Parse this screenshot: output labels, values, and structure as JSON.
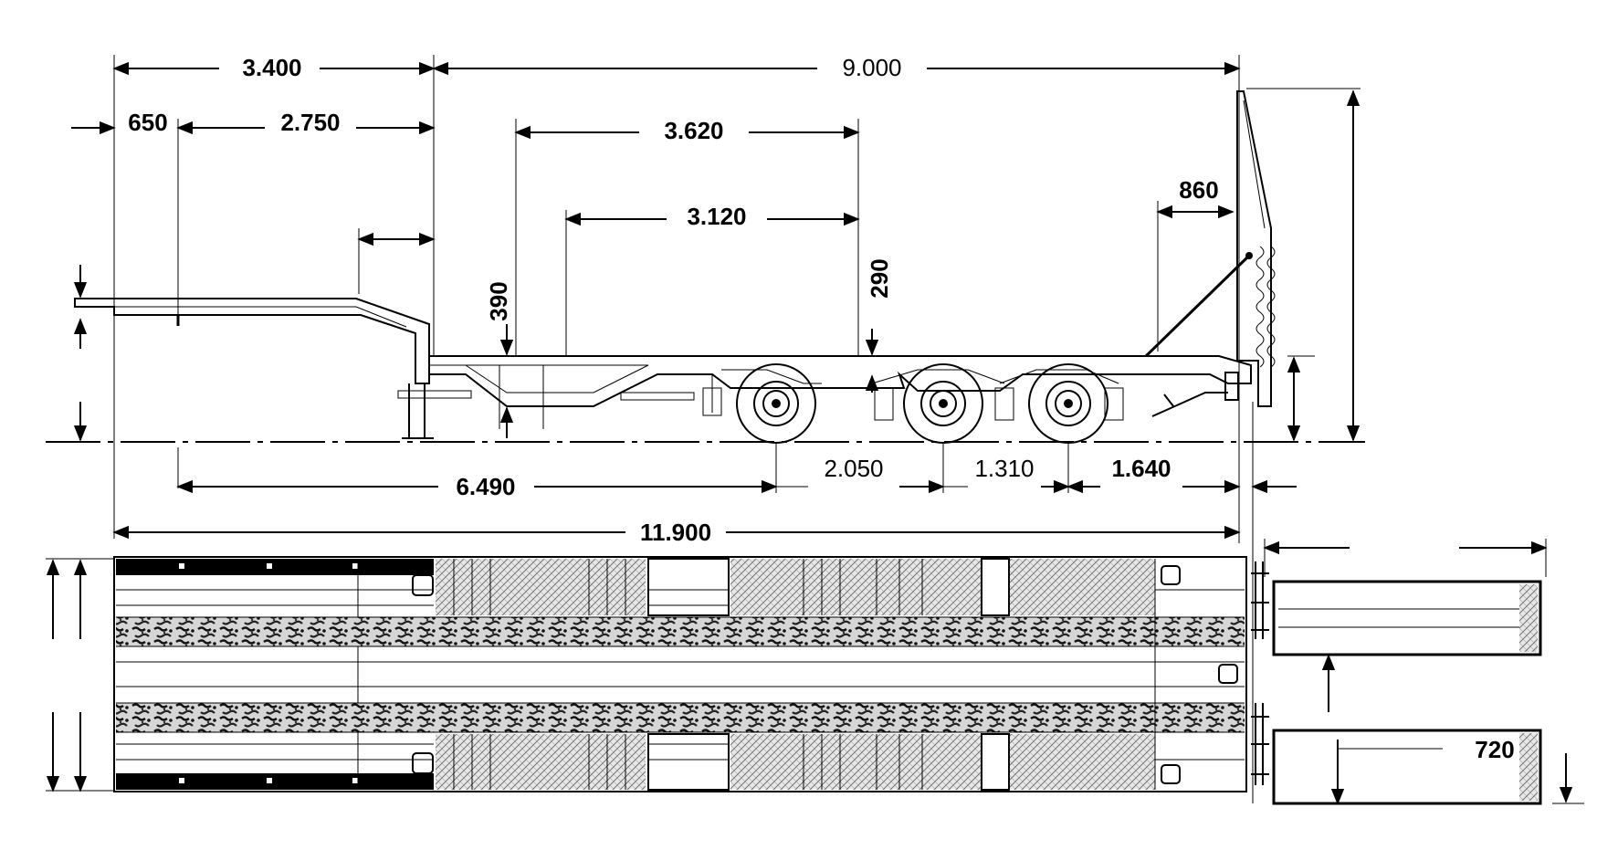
{
  "drawing": {
    "dimensions": {
      "d_3400": "3.400",
      "d_9000": "9.000",
      "d_650": "650",
      "d_2750": "2.750",
      "d_3620": "3.620",
      "d_3120": "3.120",
      "d_860": "860",
      "d_390": "390",
      "d_290": "290",
      "d_6490": "6.490",
      "d_2050": "2.050",
      "d_1310": "1.310",
      "d_1640": "1.640",
      "d_11900": "11.900",
      "d_720": "720"
    },
    "colors": {
      "line": "#000000",
      "background": "#ffffff",
      "texture": "#b0b0b0"
    }
  }
}
